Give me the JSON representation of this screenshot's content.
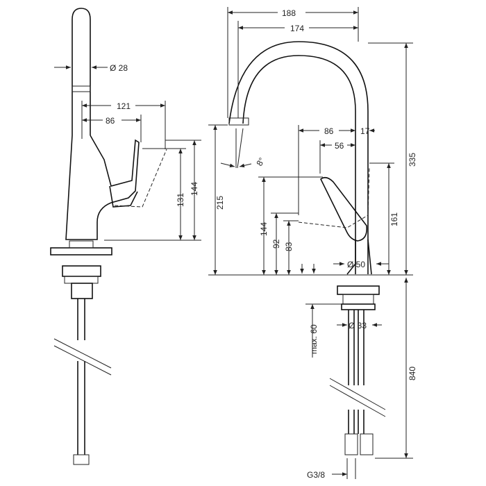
{
  "side_view": {
    "outlet_diameter": "Ø 28",
    "handle_reach_outer": "121",
    "handle_reach_inner": "86",
    "handle_height_low": "131",
    "handle_height_high": "144"
  },
  "front_view": {
    "overall_width": "188",
    "spout_reach": "174",
    "handle_offset": "86",
    "handle_offset_inner": "56",
    "wall_offset": "17",
    "spout_angle": "8°",
    "overall_height": "335",
    "outlet_height": "215",
    "handle_height": "161",
    "lever_height": "144",
    "lever_height_mid": "92",
    "lever_height_low": "83",
    "base_diameter": "Ø 50",
    "mount_diameter": "Ø 33",
    "max_deck_thickness": "max. 60",
    "hose_length": "840",
    "thread": "G3/8"
  },
  "colors": {
    "line": "#222222",
    "background": "#ffffff"
  }
}
